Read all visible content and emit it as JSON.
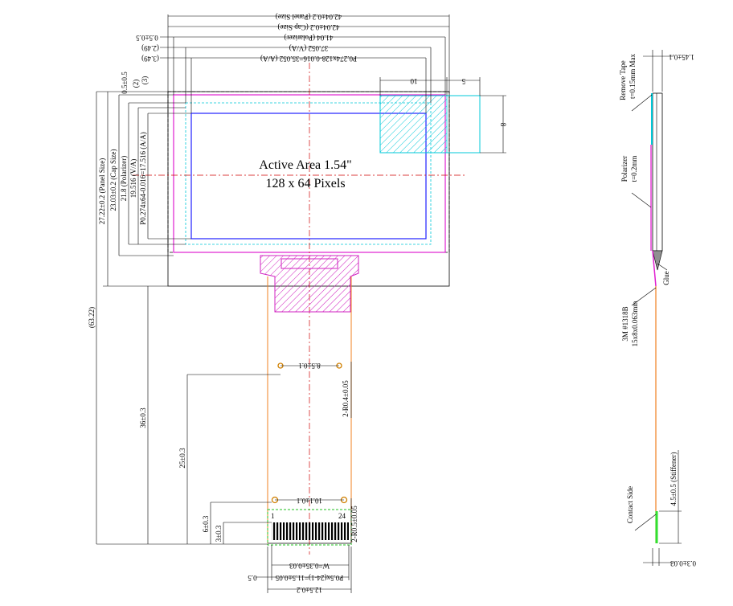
{
  "front": {
    "active_area_title": "Active Area 1.54\"",
    "pixels_title": "128 x 64 Pixels",
    "top_dims": {
      "panel": "42.04±0.2 (Panel Size)",
      "cap": "42.04±0.2 (Cap Size)",
      "polarizer": "41.04 (Polarizer)",
      "va": "37.052 (V/A)",
      "aa": "P0.274x128-0.016=35.052 (A/A)",
      "left_05": "0.5±0.5",
      "left_249": "(2.49)",
      "left_349": "(3.49)",
      "right_10": "10",
      "right_5": "5",
      "right_8": "8"
    },
    "left_dims": {
      "d05": "0.5±0.5",
      "d3": "(3)",
      "d2": "(2)",
      "panel": "27.22±0.2 (Panel Size)",
      "cap": "23.03±0.2 (Cap Size)",
      "polarizer": "21.8 (Polarizer)",
      "va": "19.516 (V/A)",
      "aa": "P0.274x64-0.016=17.516 (A/A)",
      "total": "(63.22)",
      "d36": "36±0.3",
      "d25": "25±0.3",
      "d6": "6±0.3",
      "d3b": "3±0.3"
    },
    "fpc": {
      "hole_gap_top": "8.5±0.1",
      "hole_top_r": "2-R0.4±0.05",
      "hole_gap_bottom": "10.1±0.1",
      "hole_bottom_r": "2-R0.5±0.05",
      "pin_first": "1",
      "pin_last": "24",
      "w": "W=0.35±0.03",
      "pitch": "P0.5x(24-1)=11.5±0.05",
      "d05": "0.5",
      "width": "12.5±0.2"
    }
  },
  "side": {
    "top_dim": "1.45±0.1",
    "remove_tape": "Remove Tape",
    "remove_tape_t": "t=0.15mm Max",
    "polarizer": "Polarizer",
    "polarizer_t": "t=0.2mm",
    "glue": "Glue",
    "tape": "3M #1318B",
    "tape_size": "15x8x0.063mm",
    "stiffener": "4.5±0.5 (Stiffener)",
    "contact": "Contact Side",
    "bottom_dim": "0.3±0.03"
  }
}
